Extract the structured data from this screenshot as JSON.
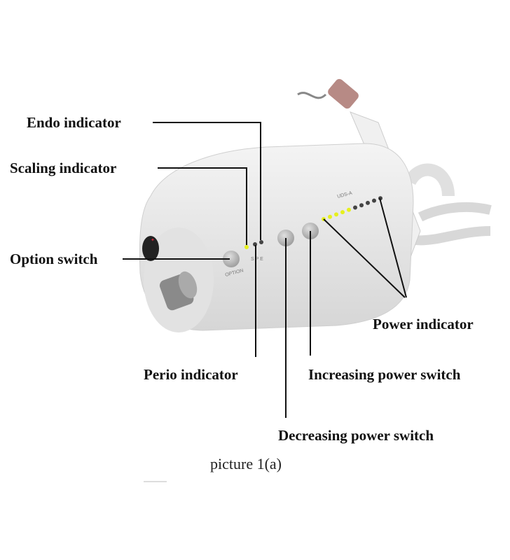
{
  "labels": {
    "endo": "Endo indicator",
    "scaling": "Scaling indicator",
    "option": "Option switch",
    "perio": "Perio indicator",
    "increase": "Increasing power switch",
    "decrease": "Decreasing power switch",
    "power": "Power indicator"
  },
  "caption": "picture 1(a)",
  "device": {
    "option_text": "OPTION",
    "mode_text": "S P E",
    "model_text": "UDS-A",
    "power_levels_lit": 5,
    "power_levels_total": 10
  },
  "colors": {
    "led_on": "#e6f01e",
    "led_off": "#444444",
    "leader": "#111111"
  }
}
